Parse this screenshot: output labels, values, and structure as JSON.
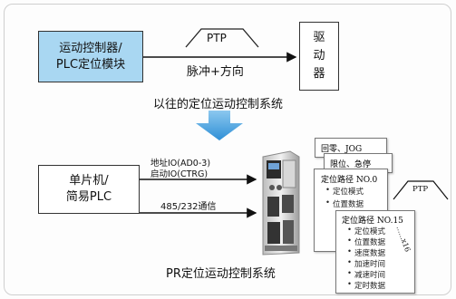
{
  "top": {
    "controller_lines": [
      "运动控制器/",
      "PLC定位模块"
    ],
    "ptp_label": "PTP",
    "signal_label": "脉冲+方向",
    "driver_lines": [
      "驱",
      "动",
      "器"
    ],
    "caption": "以往的定位运动控制系统"
  },
  "bottom": {
    "mcu_lines": [
      "单片机/",
      "简易PLC"
    ],
    "io_label_1": "地址IO(AD0-3)",
    "io_label_2": "启动IO(CTRG)",
    "comm_label": "485/232通信",
    "caption": "PR定位运动控制系统",
    "cards": {
      "home_jog": "回零、JOG",
      "limit_stop": "限位、急停",
      "path0": {
        "title": "定位路径 NO.0",
        "items": [
          "定位模式",
          "位置数据"
        ]
      },
      "path15": {
        "title": "定位路径 NO.15",
        "items": [
          "定位模式",
          "位置数据",
          "速度数据",
          "加速时间",
          "减速时间",
          "定时数据"
        ]
      }
    },
    "ptp_label": "PTP",
    "multiplier": "......x16"
  },
  "colors": {
    "controller_fill": "#a9d7f2",
    "arrow_blue": "#3b9ad9"
  }
}
